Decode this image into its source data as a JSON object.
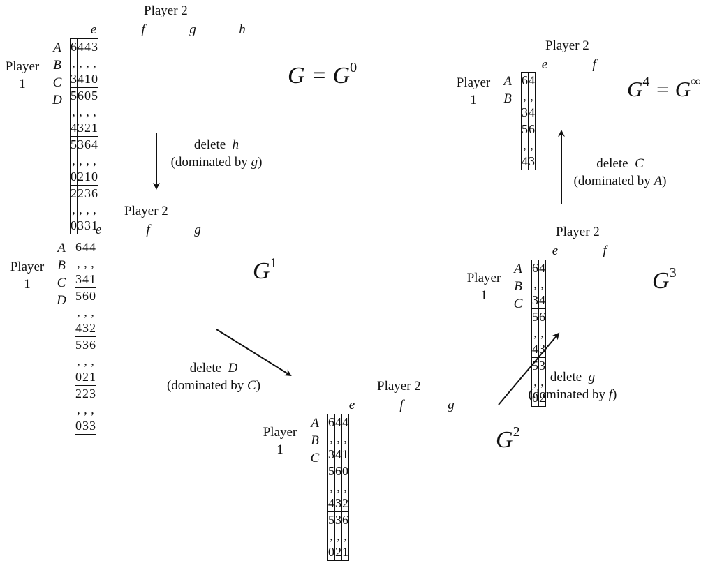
{
  "player2_label": "Player 2",
  "player1_label": [
    "Player",
    "1"
  ],
  "games": [
    {
      "name": "G",
      "name_suffix": " = G",
      "sup": "0",
      "columns": [
        "e",
        "f",
        "g",
        "h"
      ],
      "rows": [
        "A",
        "B",
        "C",
        "D"
      ],
      "cells": [
        [
          "6 , 3",
          "4 , 4",
          "4 , 1",
          "3 , 0"
        ],
        [
          "5 , 4",
          "6 , 3",
          "0 , 2",
          "5 , 1"
        ],
        [
          "5 , 0",
          "3 , 2",
          "6 , 1",
          "4 , 0"
        ],
        [
          "2 , 0",
          "2 , 3",
          "3 , 3",
          "6 , 1"
        ]
      ]
    },
    {
      "name": "G",
      "sup": "1",
      "columns": [
        "e",
        "f",
        "g"
      ],
      "rows": [
        "A",
        "B",
        "C",
        "D"
      ],
      "cells": [
        [
          "6 , 3",
          "4 , 4",
          "4 , 1"
        ],
        [
          "5 , 4",
          "6 , 3",
          "0 , 2"
        ],
        [
          "5 , 0",
          "3 , 2",
          "6 , 1"
        ],
        [
          "2 , 0",
          "2 , 3",
          "3 , 3"
        ]
      ]
    },
    {
      "name": "G",
      "sup": "2",
      "columns": [
        "e",
        "f",
        "g"
      ],
      "rows": [
        "A",
        "B",
        "C"
      ],
      "cells": [
        [
          "6 , 3",
          "4 , 4",
          "4 , 1"
        ],
        [
          "5 , 4",
          "6 , 3",
          "0 , 2"
        ],
        [
          "5 , 0",
          "3 , 2",
          "6 , 1"
        ]
      ]
    },
    {
      "name": "G",
      "sup": "3",
      "columns": [
        "e",
        "f"
      ],
      "rows": [
        "A",
        "B",
        "C"
      ],
      "cells": [
        [
          "6 , 3",
          "4 , 4"
        ],
        [
          "5 , 4",
          "6 , 3"
        ],
        [
          "5 , 0",
          "3 , 2"
        ]
      ]
    },
    {
      "name": "G",
      "sup": "4",
      "name_suffix": " = G",
      "sup2": "∞",
      "columns": [
        "e",
        "f"
      ],
      "rows": [
        "A",
        "B"
      ],
      "cells": [
        [
          "6 , 3",
          "4 , 4"
        ],
        [
          "5 , 4",
          "6 , 3"
        ]
      ]
    }
  ],
  "steps": [
    {
      "line1": "delete",
      "deleted": "h",
      "line2": "(dominated by",
      "by": "g"
    },
    {
      "line1": "delete",
      "deleted": "D",
      "line2": "(dominated by",
      "by": "C"
    },
    {
      "line1": "delete",
      "deleted": "g",
      "line2": "(dominated by",
      "by": "f"
    },
    {
      "line1": "delete",
      "deleted": "C",
      "line2": "(dominated by",
      "by": "A"
    }
  ]
}
